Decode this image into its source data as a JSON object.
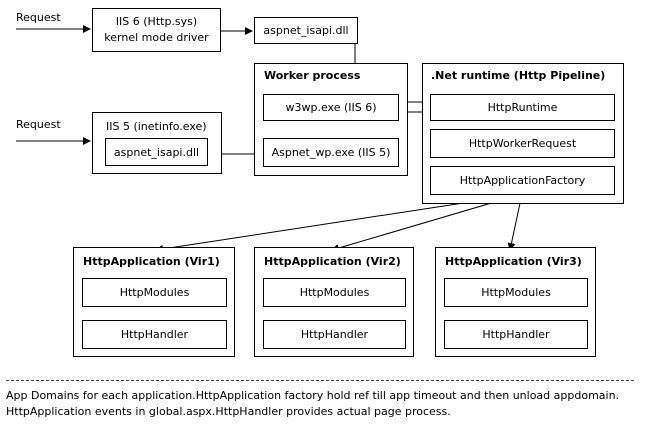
{
  "labels": {
    "request_top": "Request",
    "request_mid": "Request"
  },
  "iis6": {
    "line1": "IIS 6 (Http.sys)",
    "line2": "kernel mode driver"
  },
  "isapi_top": "aspnet_isapi.dll",
  "worker": {
    "title": "Worker process",
    "w3wp": "w3wp.exe (IIS 6)",
    "aspnet_wp": "Aspnet_wp.exe (IIS 5)"
  },
  "iis5": {
    "title": "IIS 5 (inetinfo.exe)",
    "isapi": "aspnet_isapi.dll"
  },
  "runtime": {
    "title": ".Net runtime (Http Pipeline)",
    "items": [
      "HttpRuntime",
      "HttpWorkerRequest",
      "HttpApplicationFactory"
    ]
  },
  "apps": [
    {
      "title": "HttpApplication (Vir1)",
      "modules": "HttpModules",
      "handler": "HttpHandler"
    },
    {
      "title": "HttpApplication (Vir2)",
      "modules": "HttpModules",
      "handler": "HttpHandler"
    },
    {
      "title": "HttpApplication (Vir3)",
      "modules": "HttpModules",
      "handler": "HttpHandler"
    }
  ],
  "footnote": {
    "line1": "App Domains for each application.HttpApplication factory hold ref till app timeout and then unload appdomain.",
    "line2": "HttpApplication events in global.aspx.HttpHandler provides actual page process."
  }
}
